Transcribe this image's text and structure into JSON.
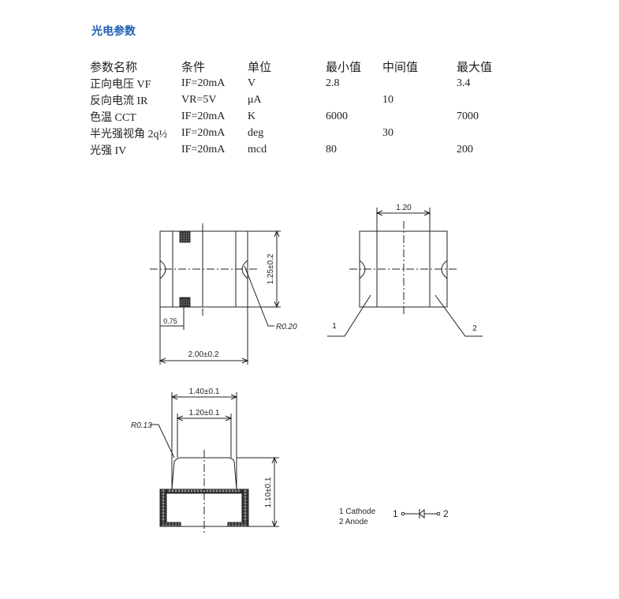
{
  "title": "光电参数",
  "table": {
    "headers": [
      "参数名称",
      "条件",
      "单位",
      "最小值",
      "中间值",
      "最大值"
    ],
    "rows": [
      [
        "正向电压 VF",
        "IF=20mA",
        "V",
        "2.8",
        "",
        "3.4"
      ],
      [
        "反向电流 IR",
        "VR=5V",
        "μA",
        "",
        "10",
        ""
      ],
      [
        "色温 CCT",
        "IF=20mA",
        "K",
        "6000",
        "",
        "7000"
      ],
      [
        "半光强视角 2q½",
        "IF=20mA",
        "deg",
        "",
        "30",
        ""
      ],
      [
        "光强 IV",
        "IF=20mA",
        "mcd",
        "80",
        "",
        "200"
      ]
    ]
  },
  "drawing": {
    "top_view": {
      "dim_height": "1.25±0.2",
      "dim_width": "2.00±0.2",
      "dim_pad": "0.75",
      "dim_radius": "R0.20"
    },
    "bottom_view": {
      "dim_width": "1.20",
      "pin1_label": "1",
      "pin2_label": "2"
    },
    "side_view": {
      "dim_top_outer": "1.40±0.1",
      "dim_top_inner": "1.20±0.1",
      "dim_height": "1.10±0.1",
      "dim_radius": "R0.13"
    },
    "legend": {
      "line1": "1 Cathode",
      "line2": "2 Anode",
      "symbol_left": "1",
      "symbol_right": "2"
    }
  },
  "colors": {
    "title": "#1f5fb4",
    "line": "#222222",
    "pad_fill": "#6b6b6b"
  }
}
